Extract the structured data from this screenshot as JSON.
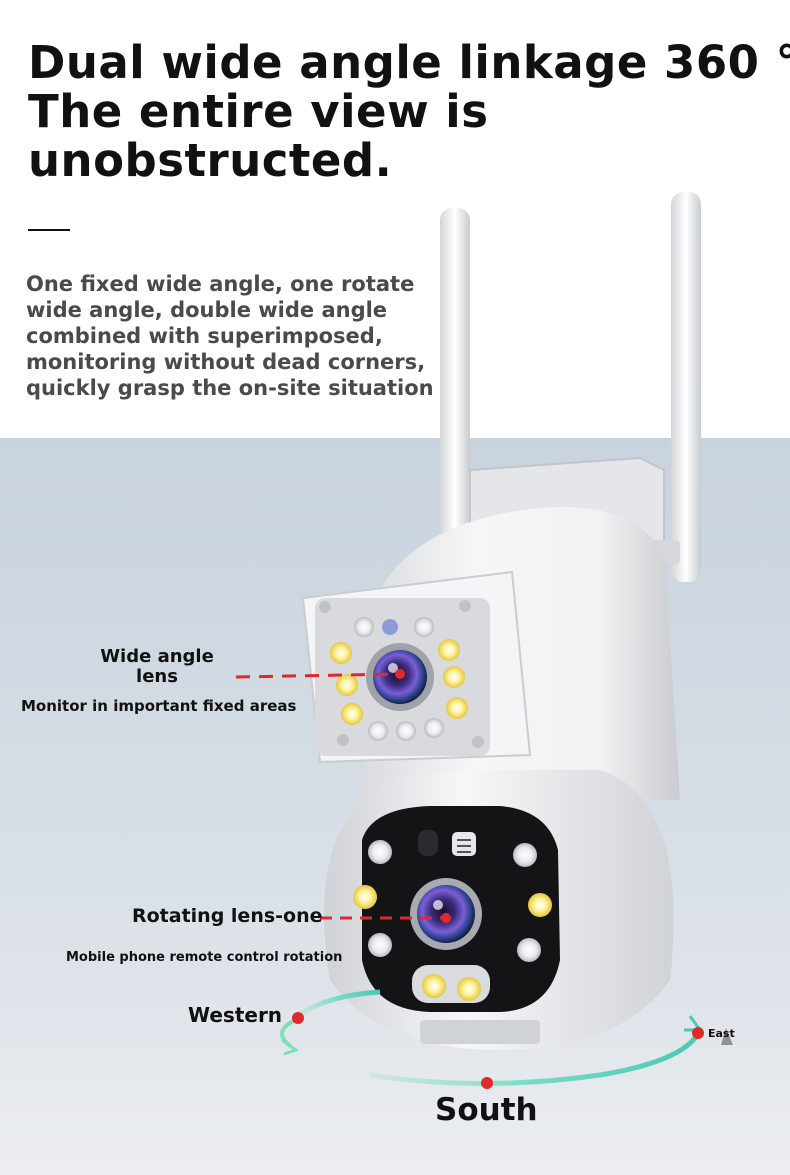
{
  "headline": {
    "line1": "Dual wide angle linkage 360 °",
    "line2": "The entire view is",
    "line3": "unobstructed."
  },
  "description": {
    "line1": "One fixed wide angle, one rotate",
    "line2": "wide angle, double wide angle",
    "line3": "combined with superimposed,",
    "line4": "monitoring without dead corners,",
    "line5": "quickly grasp the on-site situation"
  },
  "callouts": {
    "wide_angle_line1": "Wide angle",
    "wide_angle_line2": "lens",
    "wide_angle_note": "Monitor in important fixed areas",
    "rotating": "Rotating lens-one",
    "rotating_note": "Mobile phone remote control rotation"
  },
  "directions": {
    "west": "Western",
    "east": "East",
    "south": "South"
  },
  "colors": {
    "accent_red": "#e02a2a",
    "arrow_green": "#7fe0b8",
    "text_dark": "#111111",
    "text_grey": "#4a4a4a"
  }
}
